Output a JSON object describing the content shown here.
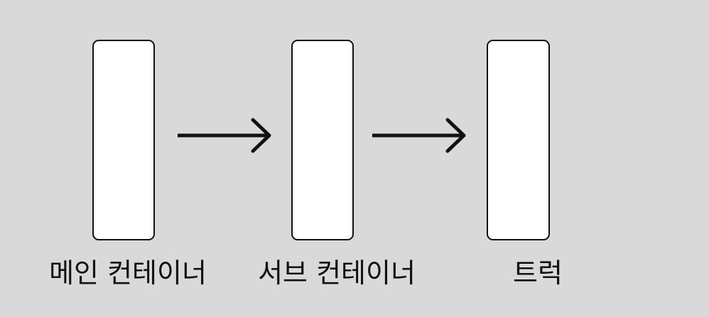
{
  "diagram": {
    "background_color": "#d9d9d9",
    "stroke_color": "#111111",
    "nodes": [
      {
        "id": "main-container",
        "label": "메인 컨테이너"
      },
      {
        "id": "sub-container",
        "label": "서브 컨테이너"
      },
      {
        "id": "truck",
        "label": "트럭"
      }
    ],
    "edges": [
      {
        "from": "main-container",
        "to": "sub-container"
      },
      {
        "from": "sub-container",
        "to": "truck"
      }
    ]
  }
}
